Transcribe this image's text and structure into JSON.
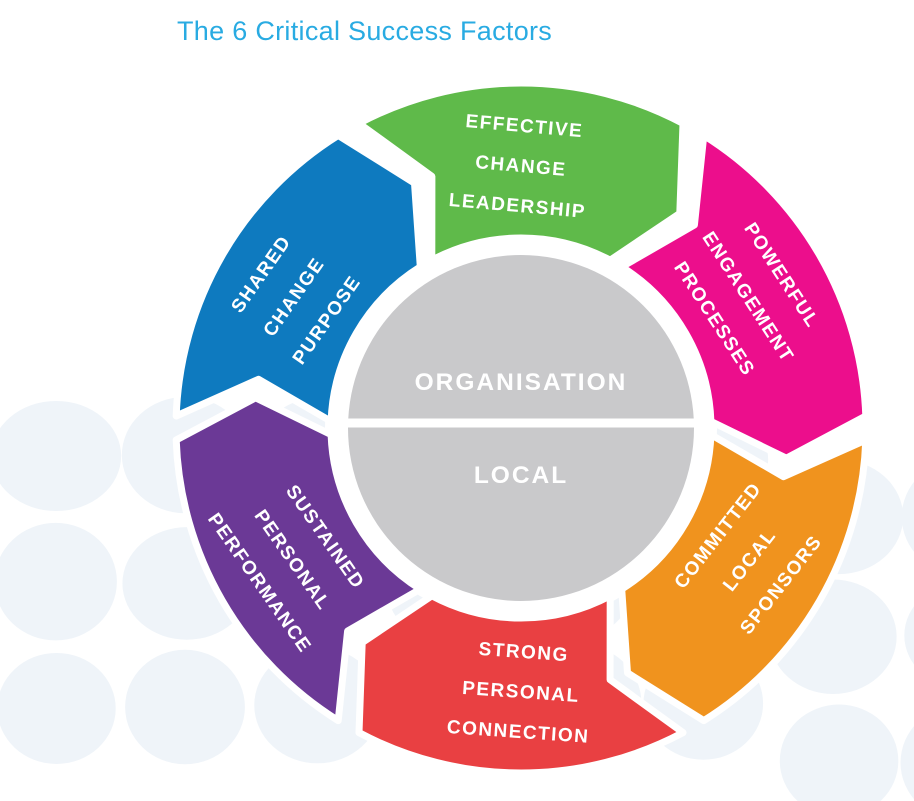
{
  "title": "The 6 Critical Success Factors",
  "title_color": "#29ABE2",
  "background": {
    "blob_color": "#EFF4F9"
  },
  "hub": {
    "top_label": "ORGANISATION",
    "bottom_label": "LOCAL",
    "color": "#C9C9CB",
    "divider_color": "#FFFFFF"
  },
  "diagram": {
    "type": "cycle",
    "flow": "clockwise",
    "segment_count": 6,
    "segments": [
      {
        "id": "effective-change-leadership",
        "lines": [
          "EFFECTIVE",
          "CHANGE",
          "LEADERSHIP"
        ],
        "color": "#5FBA4A",
        "angle": 0,
        "text_rotation": 5
      },
      {
        "id": "powerful-engagement-processes",
        "lines": [
          "POWERFUL",
          "ENGAGEMENT",
          "PROCESSES"
        ],
        "color": "#EC0E8C",
        "angle": 60,
        "text_rotation": 57
      },
      {
        "id": "committed-local-sponsors",
        "lines": [
          "COMMITTED",
          "LOCAL",
          "SPONSORS"
        ],
        "color": "#F0931E",
        "angle": 120,
        "text_rotation": -52
      },
      {
        "id": "strong-personal-connection",
        "lines": [
          "STRONG",
          "PERSONAL",
          "CONNECTION"
        ],
        "color": "#E94042",
        "angle": 180,
        "text_rotation": 4
      },
      {
        "id": "sustained-personal-performance",
        "lines": [
          "SUSTAINED",
          "PERSONAL",
          "PERFORMANCE"
        ],
        "color": "#6B3996",
        "angle": 240,
        "text_rotation": 55
      },
      {
        "id": "shared-change-purpose",
        "lines": [
          "SHARED",
          "CHANGE",
          "PURPOSE"
        ],
        "color": "#0E7ABF",
        "angle": 300,
        "text_rotation": -55
      }
    ]
  }
}
